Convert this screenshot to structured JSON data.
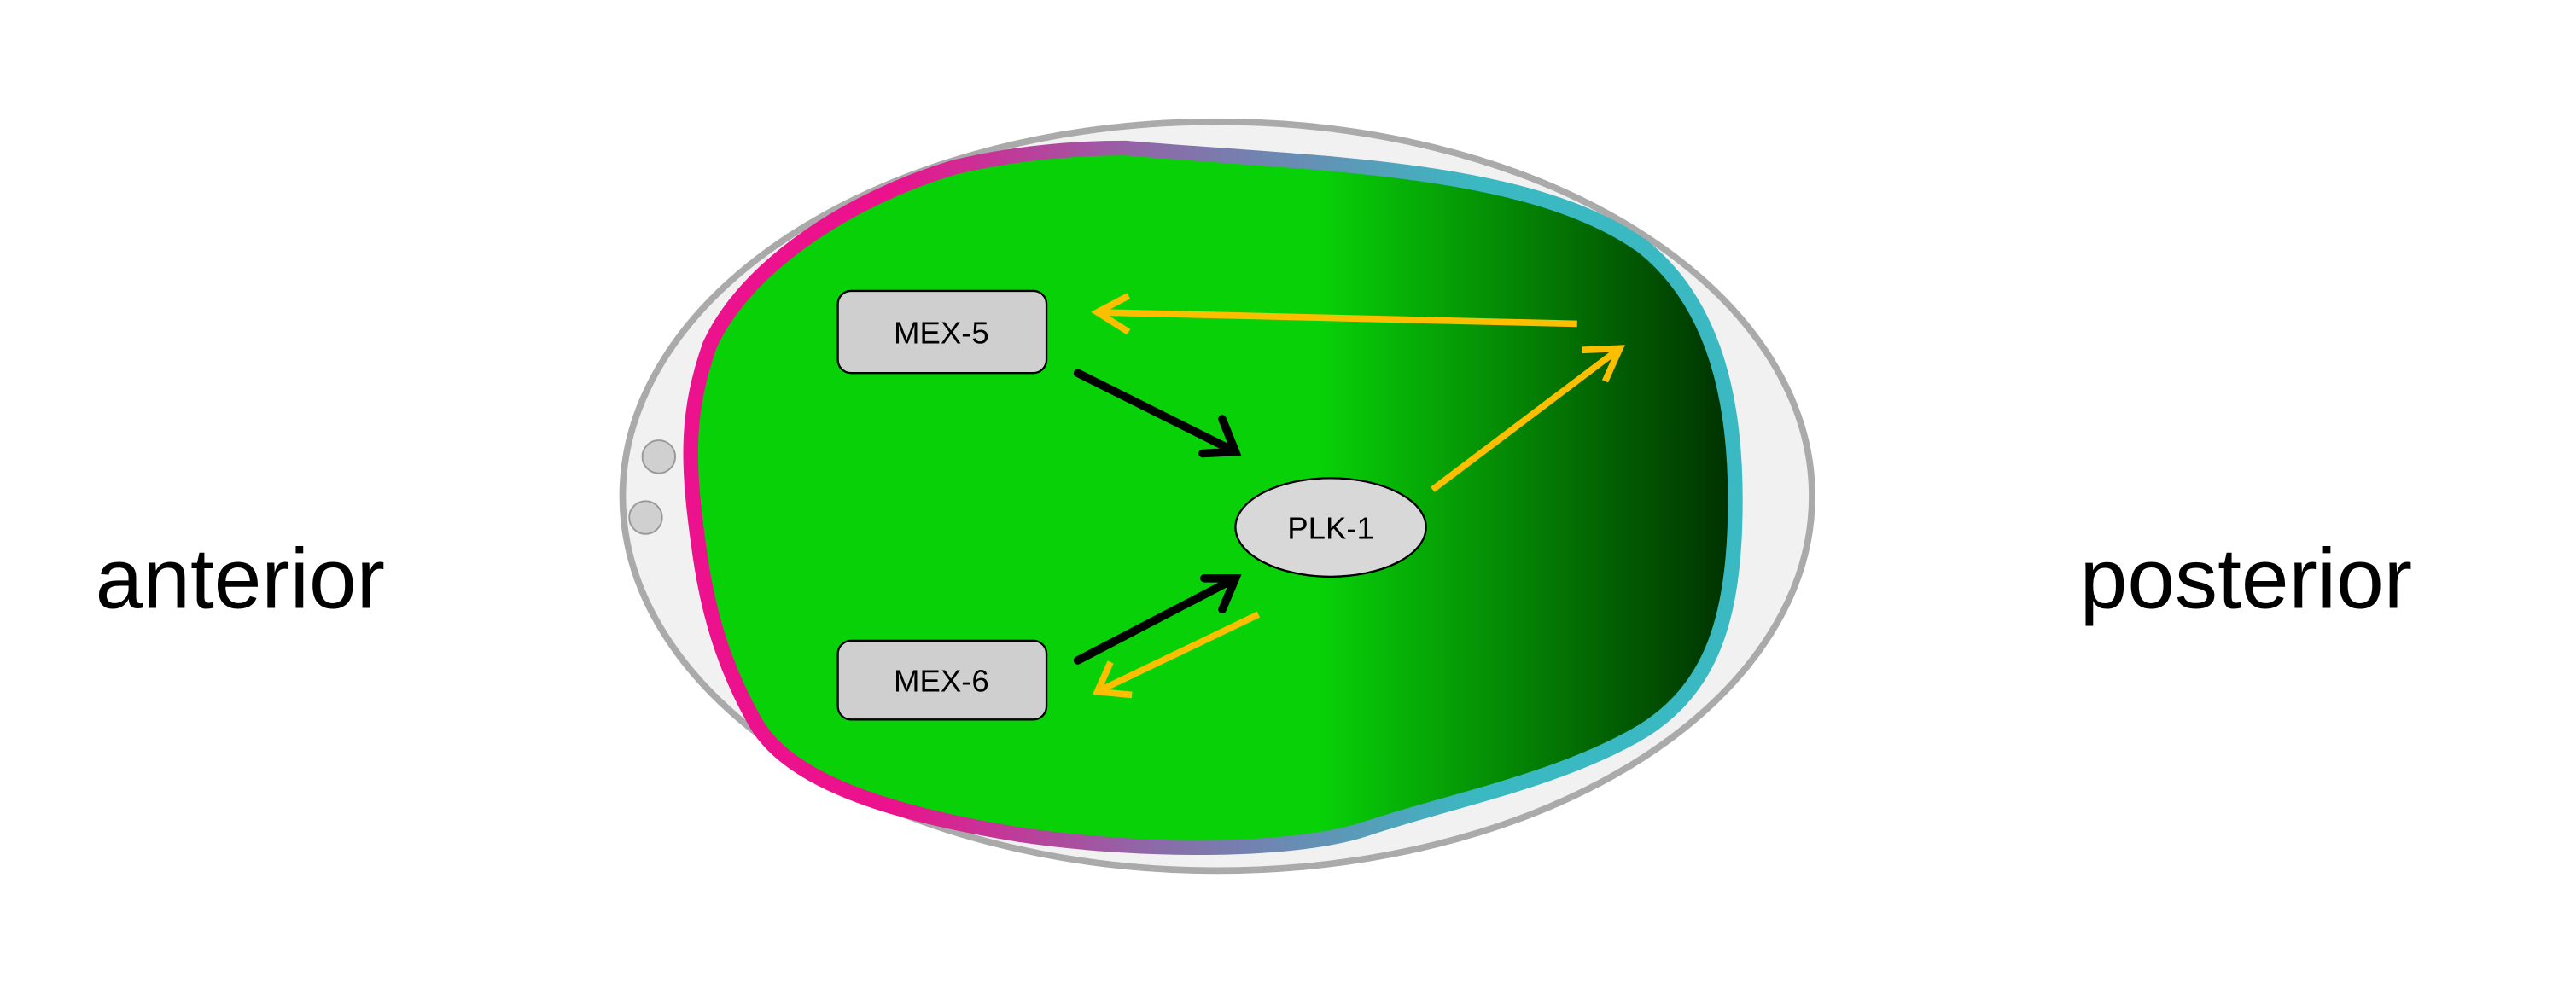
{
  "labels": {
    "anterior": "anterior",
    "posterior": "posterior"
  },
  "nodes": {
    "mex5": "MEX-5",
    "mex6": "MEX-6",
    "plk1": "PLK-1"
  },
  "colors": {
    "membrane_anterior": "#ec118c",
    "membrane_posterior": "#3ab9c2",
    "cytoplasm_light": "#08d108",
    "cytoplasm_dark": "#002d00",
    "arrow_activation": "#000000",
    "arrow_feedback": "#fbbf00",
    "eggshell": "#f1f1f1",
    "node_fill": "#d2d2d2"
  }
}
